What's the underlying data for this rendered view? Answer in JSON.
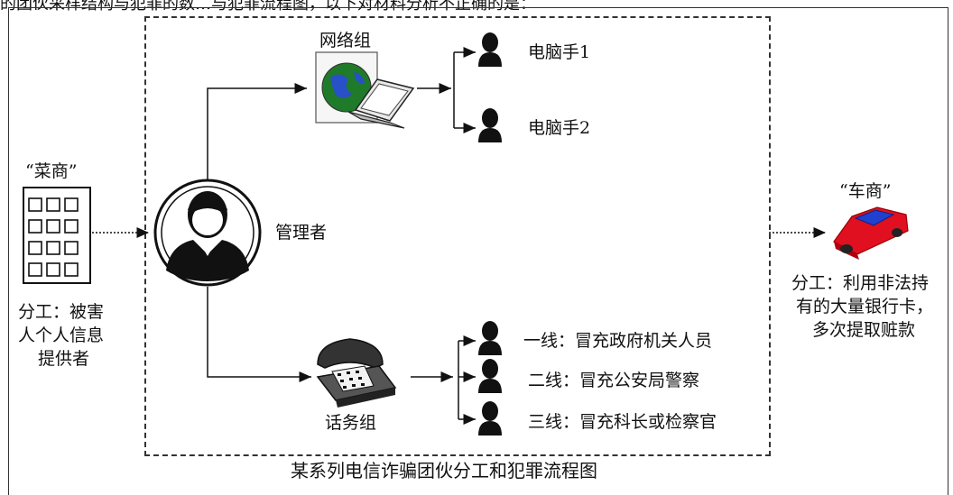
{
  "header_cut_text": "的团伙采样结构与犯罪的数…与犯罪流程图，以下对材料分析不正确的是：",
  "caption": "某系列电信诈骗团伙分工和犯罪流程图",
  "vegetable_dealer": {
    "title": "“菜商”",
    "role_lines": [
      "分工：被害",
      "人个人信息",
      "提供者"
    ]
  },
  "manager": {
    "label": "管理者"
  },
  "network_group": {
    "label": "网络组",
    "members": [
      "电脑手1",
      "电脑手2"
    ]
  },
  "phone_group": {
    "label": "话务组",
    "members": [
      "一线：冒充政府机关人员",
      "二线：冒充公安局警察",
      "三线：冒充科长或检察官"
    ]
  },
  "car_dealer": {
    "title": "“车商”",
    "role_lines": [
      "分工：利用非法持",
      "有的大量银行卡，",
      "多次提取赃款"
    ]
  },
  "colors": {
    "line": "#111111",
    "car": "#e01020",
    "car_accent": "#2040d0",
    "globe": "#1f7a2a",
    "globe_land": "#2850c8"
  }
}
